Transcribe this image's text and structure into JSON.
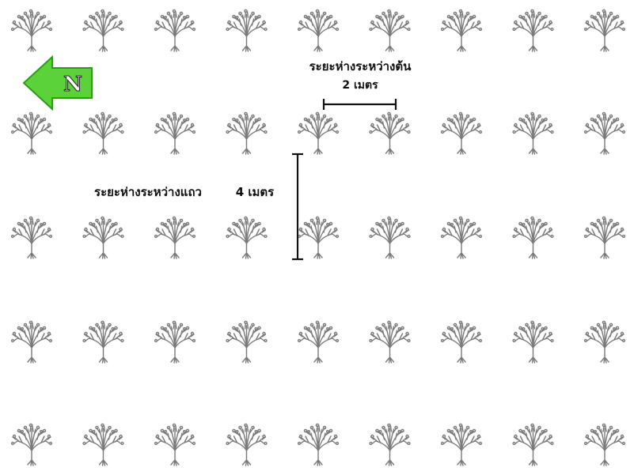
{
  "north_arrow": {
    "letter": "N",
    "icon": "arrow-left-icon",
    "fill_color": "#5bd23a",
    "edge_color": "#2f9a18"
  },
  "tree_spacing": {
    "title": "ระยะห่างระหว่างต้น",
    "value": "2 เมตร"
  },
  "row_spacing": {
    "title": "ระยะห่างระหว่างแถว",
    "value": "4 เมตร"
  },
  "layout_grid": {
    "rows": 5,
    "columns": 9,
    "tree_icon": "tree-icon"
  },
  "colors": {
    "tree_stroke": "#7a7a7a",
    "dimension_line": "#111111",
    "text": "#111111"
  }
}
